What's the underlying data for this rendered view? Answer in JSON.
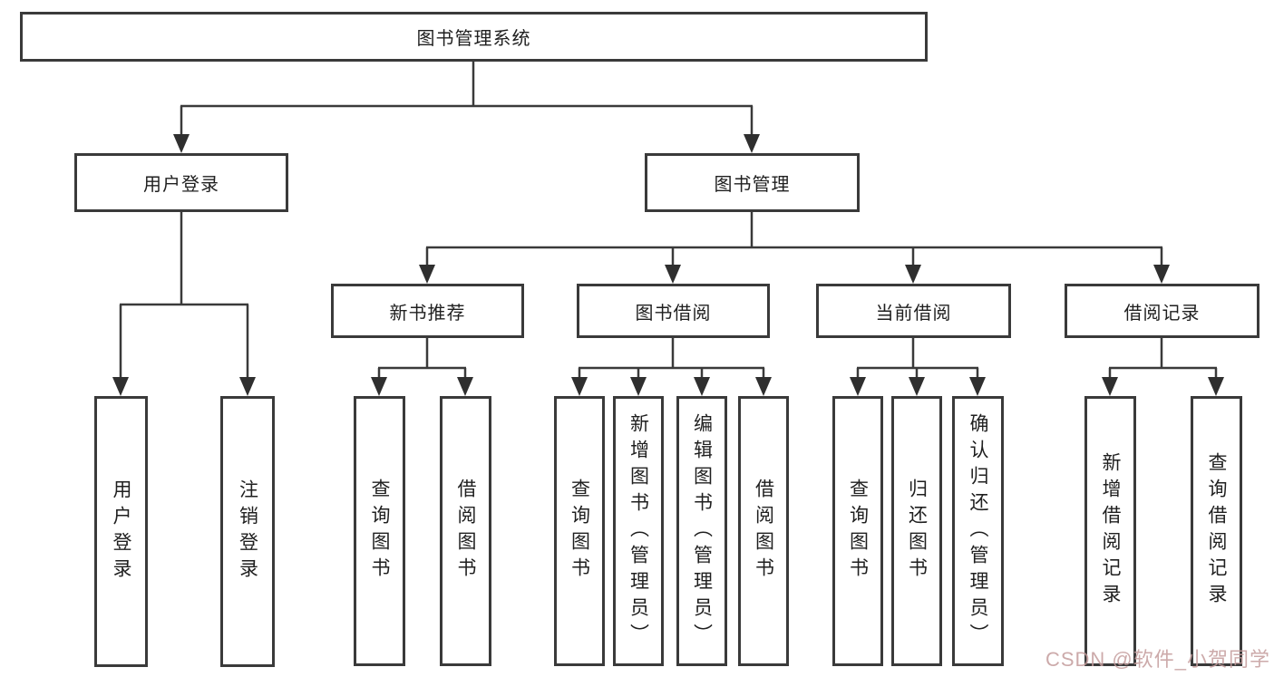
{
  "nodes": {
    "root": "图书管理系统",
    "userLogin": "用户登录",
    "bookMgmt": "图书管理",
    "userLoginChildren": [
      "用户登录",
      "注销登录"
    ],
    "groups": [
      {
        "label": "新书推荐",
        "children": [
          "查询图书",
          "借阅图书"
        ]
      },
      {
        "label": "图书借阅",
        "children": [
          "查询图书",
          "新增图书（管理员）",
          "编辑图书（管理员）",
          "借阅图书"
        ]
      },
      {
        "label": "当前借阅",
        "children": [
          "查询图书",
          "归还图书",
          "确认归还（管理员）"
        ]
      },
      {
        "label": "借阅记录",
        "children": [
          "新增借阅记录",
          "查询借阅记录"
        ]
      }
    ]
  },
  "watermark": "CSDN @软件_小贺同学",
  "colors": {
    "line": "#3a3a3a",
    "text": "#1f1f1f",
    "watermark": "#c49c9c",
    "background": "#ffffff"
  }
}
